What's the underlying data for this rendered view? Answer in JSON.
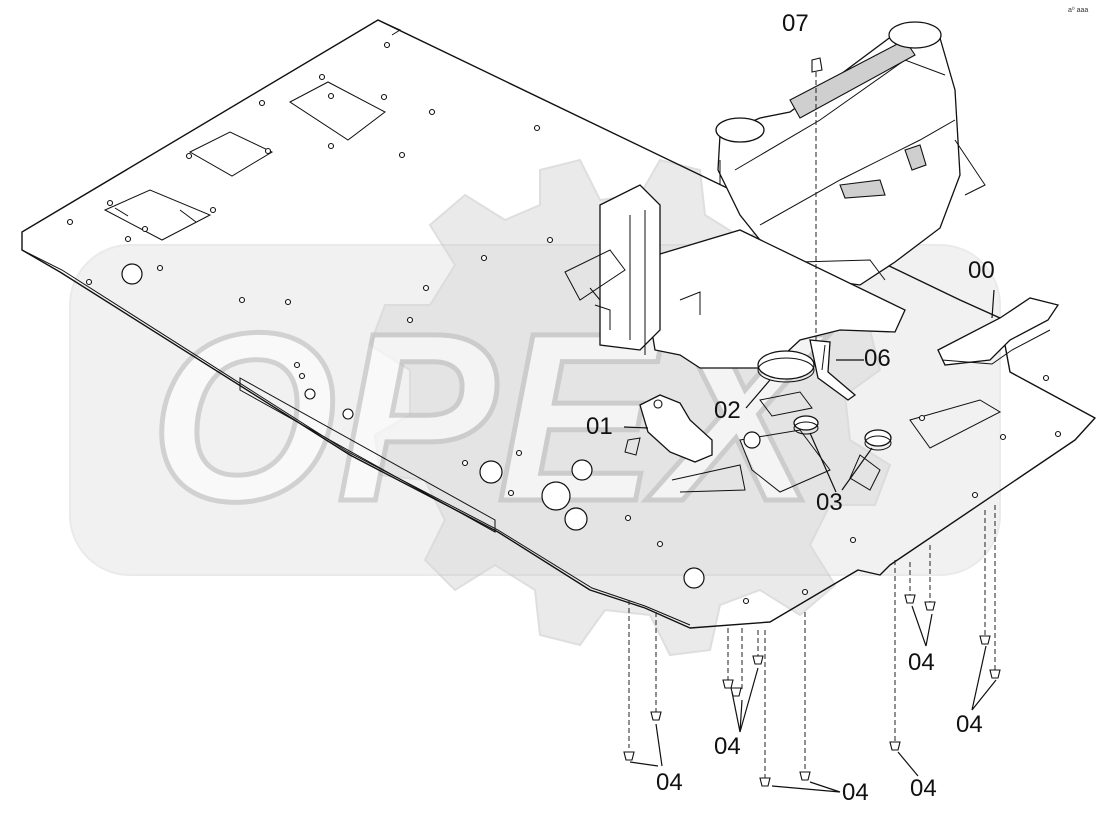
{
  "diagram": {
    "watermark": "OPEX",
    "corner_mark": "a⁰ aaa",
    "callouts": [
      "00",
      "01",
      "02",
      "03",
      "06",
      "07",
      "04",
      "04",
      "04",
      "04",
      "04",
      "04"
    ]
  },
  "labels": {
    "l00": "00",
    "l01": "01",
    "l02": "02",
    "l03": "03",
    "l06": "06",
    "l07": "07",
    "l04a": "04",
    "l04b": "04",
    "l04c": "04",
    "l04d": "04",
    "l04e": "04",
    "l04f": "04"
  }
}
